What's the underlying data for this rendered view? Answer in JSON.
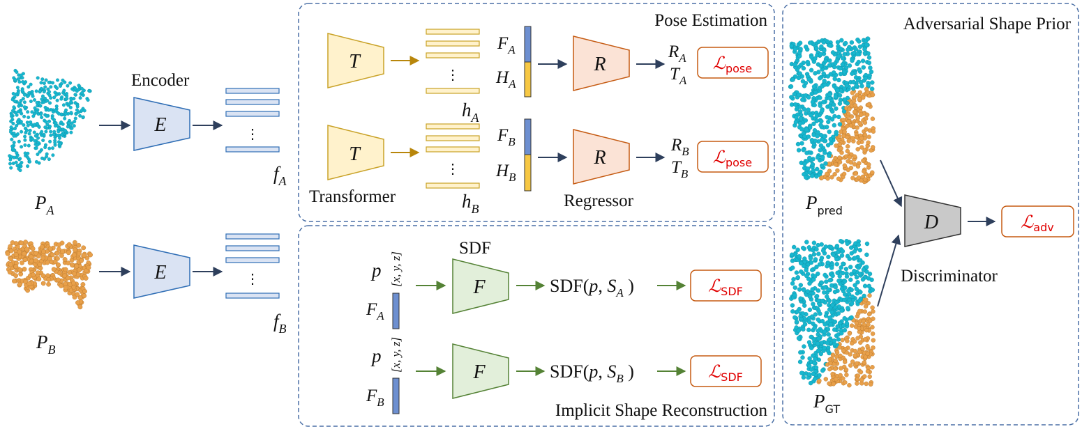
{
  "sections": {
    "pose": "Pose Estimation",
    "implicit": "Implicit Shape Reconstruction",
    "adversarial": "Adversarial Shape Prior"
  },
  "modules": {
    "encoder_label": "Encoder",
    "encoder_symbol": "E",
    "transformer_label": "Transformer",
    "transformer_symbol": "T",
    "regressor_label": "Regressor",
    "regressor_symbol": "R",
    "sdf_label": "SDF",
    "sdf_symbol": "F",
    "discriminator_label": "Discriminator",
    "discriminator_symbol": "D"
  },
  "inputs": {
    "pa": {
      "base": "P",
      "sub": "A"
    },
    "pb": {
      "base": "P",
      "sub": "B"
    },
    "ppred": {
      "base": "P",
      "sub": "pred"
    },
    "pgt": {
      "base": "P",
      "sub": "GT"
    }
  },
  "features": {
    "fa": {
      "base": "f",
      "sub": "A"
    },
    "fb": {
      "base": "f",
      "sub": "B"
    },
    "ha": {
      "base": "h",
      "sub": "A"
    },
    "hb": {
      "base": "h",
      "sub": "B"
    },
    "FA": {
      "base": "F",
      "sub": "A"
    },
    "FB": {
      "base": "F",
      "sub": "B"
    },
    "HA": {
      "base": "H",
      "sub": "A"
    },
    "HB": {
      "base": "H",
      "sub": "B"
    },
    "ellipsis": "⋮"
  },
  "outputs": {
    "ra": {
      "base": "R",
      "sub": "A"
    },
    "ta": {
      "base": "T",
      "sub": "A"
    },
    "rb": {
      "base": "R",
      "sub": "B"
    },
    "tb": {
      "base": "T",
      "sub": "B"
    },
    "sdf_a": {
      "pre": "SDF(",
      "p": "p",
      "comma": ", ",
      "s": "S",
      "sub": "A",
      "post": " )"
    },
    "sdf_b": {
      "pre": "SDF(",
      "p": "p",
      "comma": ", ",
      "s": "S",
      "sub": "B",
      "post": " )"
    }
  },
  "sdf_inputs": {
    "p": "p",
    "coords": "[x, y, z]"
  },
  "losses": {
    "pose": {
      "base": "ℒ",
      "sub": "pose"
    },
    "sdf": {
      "base": "ℒ",
      "sub": "SDF"
    },
    "adv": {
      "base": "ℒ",
      "sub": "adv"
    }
  },
  "colors": {
    "dashed_border": "#4a6fa5",
    "encoder_fill": "#dae3f3",
    "encoder_stroke": "#2f6eb5",
    "transformer_fill": "#fff2cc",
    "transformer_stroke": "#c9a227",
    "regressor_fill": "#fbe3d6",
    "regressor_stroke": "#c55a11",
    "sdf_fill": "#e2efda",
    "sdf_stroke": "#548235",
    "disc_fill": "#c9c9c9",
    "disc_stroke": "#333333",
    "loss_stroke": "#c55a11",
    "loss_text": "#e00000",
    "arrow_dark": "#2e3f5c",
    "arrow_gold": "#b8860b",
    "arrow_green": "#548235",
    "cyan_points": "#17b7cf",
    "orange_points": "#e8a04a",
    "feature_blue": "#6d8fd0",
    "feature_yellow": "#f7c844"
  }
}
